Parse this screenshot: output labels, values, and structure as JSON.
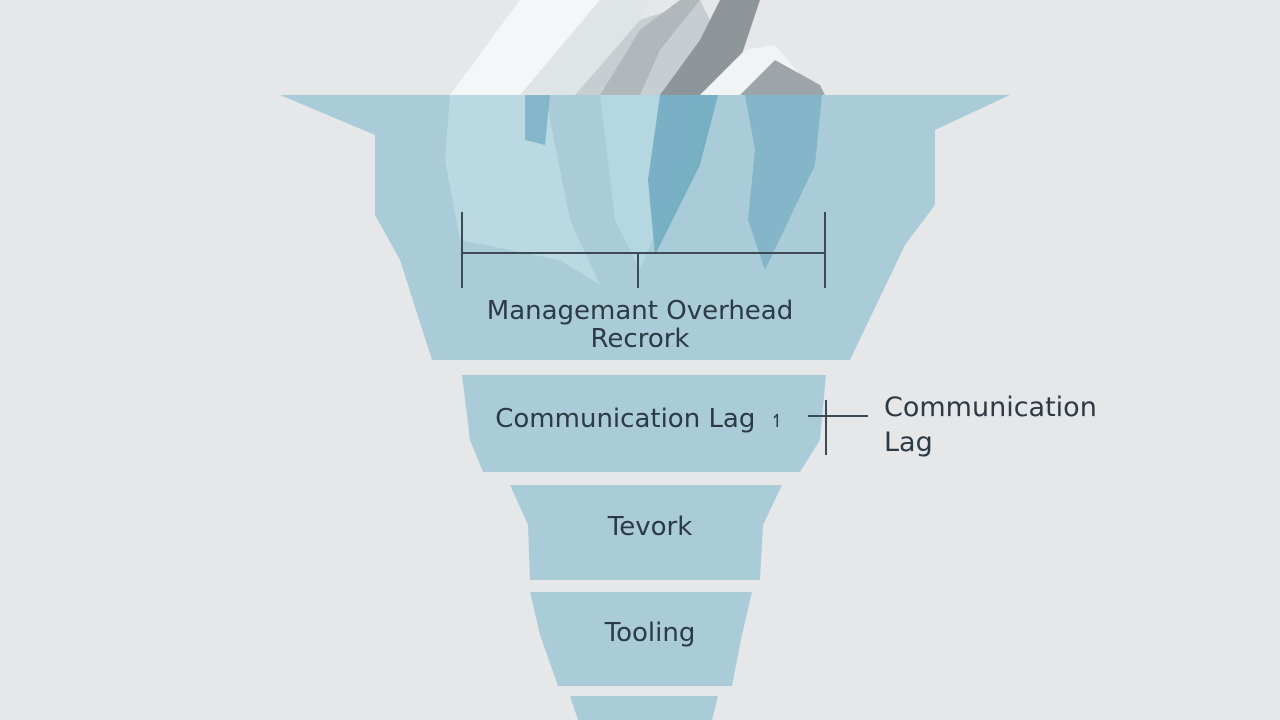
{
  "diagram": {
    "layers": [
      {
        "id": "layer-1",
        "line1": "Managemant Overhead",
        "line2": "Recrork"
      },
      {
        "id": "layer-2",
        "line1": "Communication  Lag",
        "marker": "↿"
      },
      {
        "id": "layer-3",
        "line1": "Tevork"
      },
      {
        "id": "layer-4",
        "line1": "Tooling"
      }
    ],
    "callout": {
      "line1": "Communication",
      "line2": "Lag"
    }
  },
  "colors": {
    "background": "#e6e7e8",
    "water": "#a9ccd8",
    "ice_light": "#f4f7f8",
    "ice_shadow": "#8f969a",
    "ice_underwater": "#7fb3c6",
    "text": "#2c3a45",
    "line": "#3b4a55"
  }
}
